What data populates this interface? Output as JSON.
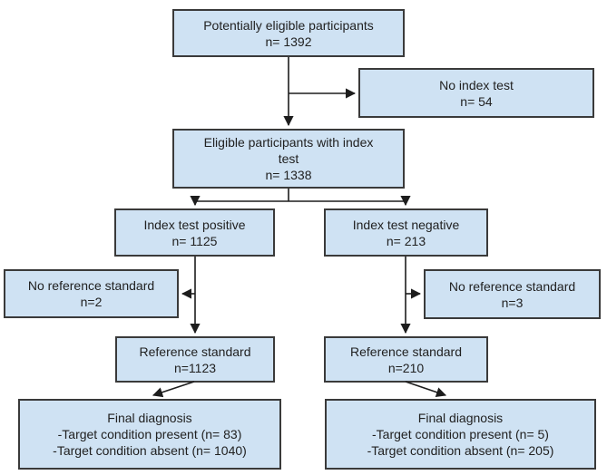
{
  "diagram": {
    "type": "flowchart",
    "colors": {
      "box_fill": "#cfe2f3",
      "box_border": "#3a3a3a",
      "text": "#212121",
      "connector": "#1d1d1d",
      "background": "#ffffff"
    },
    "nodes": {
      "potentially_eligible": {
        "lines": [
          "Potentially eligible participants",
          "n= 1392"
        ]
      },
      "no_index_test": {
        "lines": [
          "No index test",
          "n= 54"
        ]
      },
      "eligible_with_index": {
        "lines": [
          "Eligible participants with index",
          "test",
          "n= 1338"
        ]
      },
      "index_positive": {
        "lines": [
          "Index test positive",
          "n= 1125"
        ]
      },
      "index_negative": {
        "lines": [
          "Index test negative",
          "n= 213"
        ]
      },
      "no_ref_left": {
        "lines": [
          "No reference standard",
          "n=2"
        ]
      },
      "no_ref_right": {
        "lines": [
          "No reference standard",
          "n=3"
        ]
      },
      "ref_left": {
        "lines": [
          "Reference standard",
          "n=1123"
        ]
      },
      "ref_right": {
        "lines": [
          "Reference standard",
          "n=210"
        ]
      },
      "final_left": {
        "lines": [
          "Final diagnosis",
          "-Target condition present (n= 83)",
          "-Target condition absent (n= 1040)"
        ]
      },
      "final_right": {
        "lines": [
          "Final diagnosis",
          "-Target condition present (n= 5)",
          "-Target condition absent (n= 205)"
        ]
      }
    },
    "edges": [
      {
        "from": "potentially_eligible",
        "to": "eligible_with_index"
      },
      {
        "from": "potentially_eligible",
        "to": "no_index_test"
      },
      {
        "from": "eligible_with_index",
        "to": "index_positive"
      },
      {
        "from": "eligible_with_index",
        "to": "index_negative"
      },
      {
        "from": "index_positive",
        "to": "no_ref_left"
      },
      {
        "from": "index_positive",
        "to": "ref_left"
      },
      {
        "from": "index_negative",
        "to": "no_ref_right"
      },
      {
        "from": "index_negative",
        "to": "ref_right"
      },
      {
        "from": "ref_left",
        "to": "final_left"
      },
      {
        "from": "ref_right",
        "to": "final_right"
      }
    ]
  }
}
